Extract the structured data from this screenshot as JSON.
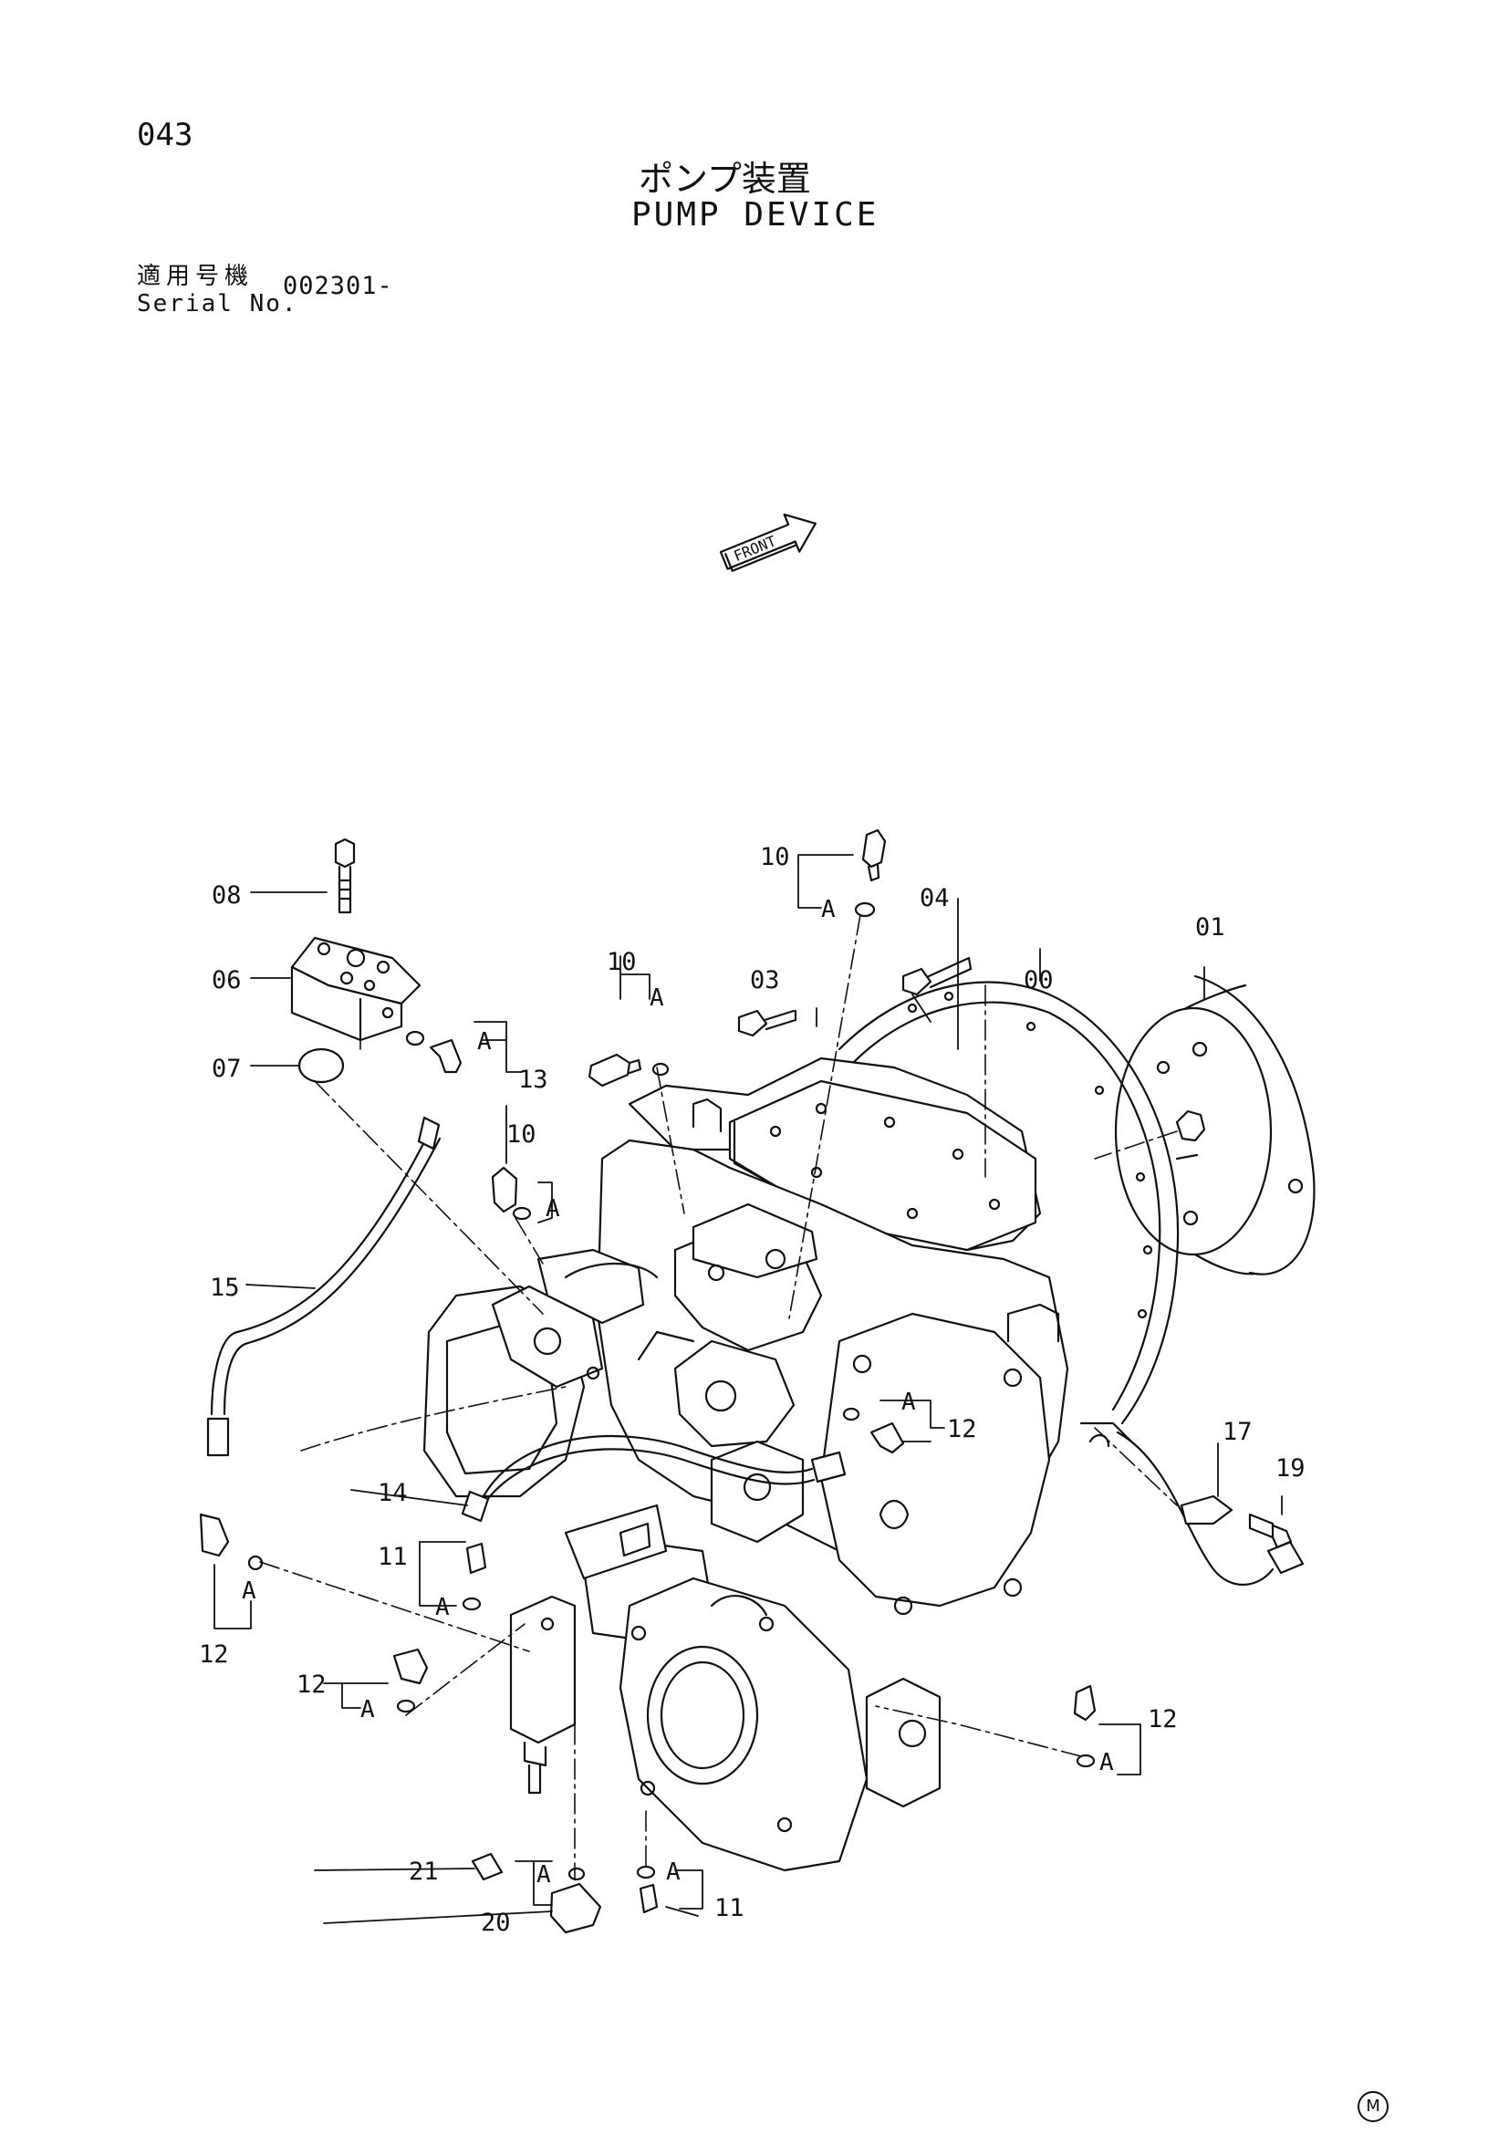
{
  "page_number": "043",
  "title_jp": "ポンプ装置",
  "title_en": "PUMP DEVICE",
  "serial_label_jp": "適用号機",
  "serial_label_en": "Serial No.",
  "serial_value": "002301-",
  "front_marker": "FRONT",
  "footer_mark": "M",
  "callouts": {
    "c00": "00",
    "c01": "01",
    "c03": "03",
    "c04": "04",
    "c06": "06",
    "c07": "07",
    "c08": "08",
    "c10a": "10",
    "c10b": "10",
    "c10c": "10",
    "c11a": "11",
    "c11b": "11",
    "c12a": "12",
    "c12b": "12",
    "c12c": "12",
    "c12d": "12",
    "c13": "13",
    "c14": "14",
    "c15": "15",
    "c17": "17",
    "c19": "19",
    "c20": "20",
    "c21": "21",
    "a": "A"
  }
}
